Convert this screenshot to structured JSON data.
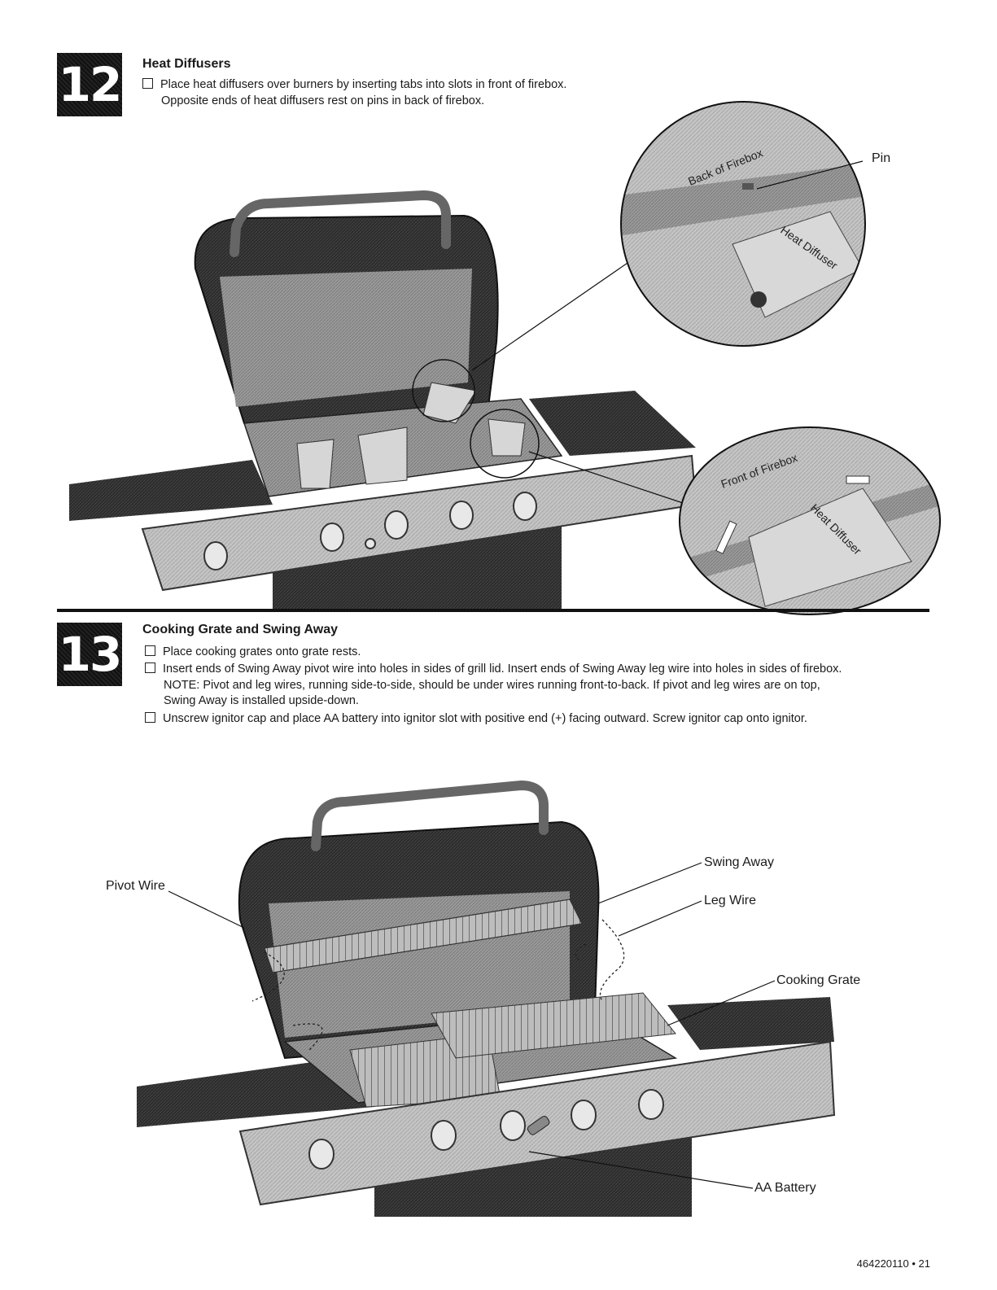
{
  "step12": {
    "number": "12",
    "title": "Heat Diffusers",
    "lines": [
      "Place heat diffusers over burners by inserting tabs into slots in front of firebox.",
      "Opposite ends of heat diffusers rest on pins in back of firebox."
    ],
    "callouts": {
      "pin": "Pin",
      "back_of_firebox": "Back of Firebox",
      "heat_diffuser_top": "Heat Diffuser",
      "front_of_firebox": "Front of Firebox",
      "heat_diffuser_bottom": "Heat Diffuser"
    }
  },
  "step13": {
    "number": "13",
    "title": "Cooking Grate and Swing Away",
    "item1": "Place cooking grates onto grate rests.",
    "item2": "Insert ends of Swing Away pivot wire into holes in sides of grill lid. Insert ends of Swing Away leg wire into holes in sides of firebox.",
    "note1": "NOTE: Pivot and leg wires, running side-to-side, should be under wires running front-to-back. If pivot and leg wires are on top,",
    "note2": "Swing Away is installed upside-down.",
    "item3": "Unscrew ignitor cap and place AA battery into ignitor slot with positive end (+) facing outward. Screw ignitor cap onto ignitor.",
    "callouts": {
      "pivot_wire": "Pivot Wire",
      "swing_away": "Swing Away",
      "leg_wire": "Leg Wire",
      "cooking_grate": "Cooking Grate",
      "aa_battery": "AA Battery"
    }
  },
  "footer": {
    "page": "464220110 • 21"
  }
}
